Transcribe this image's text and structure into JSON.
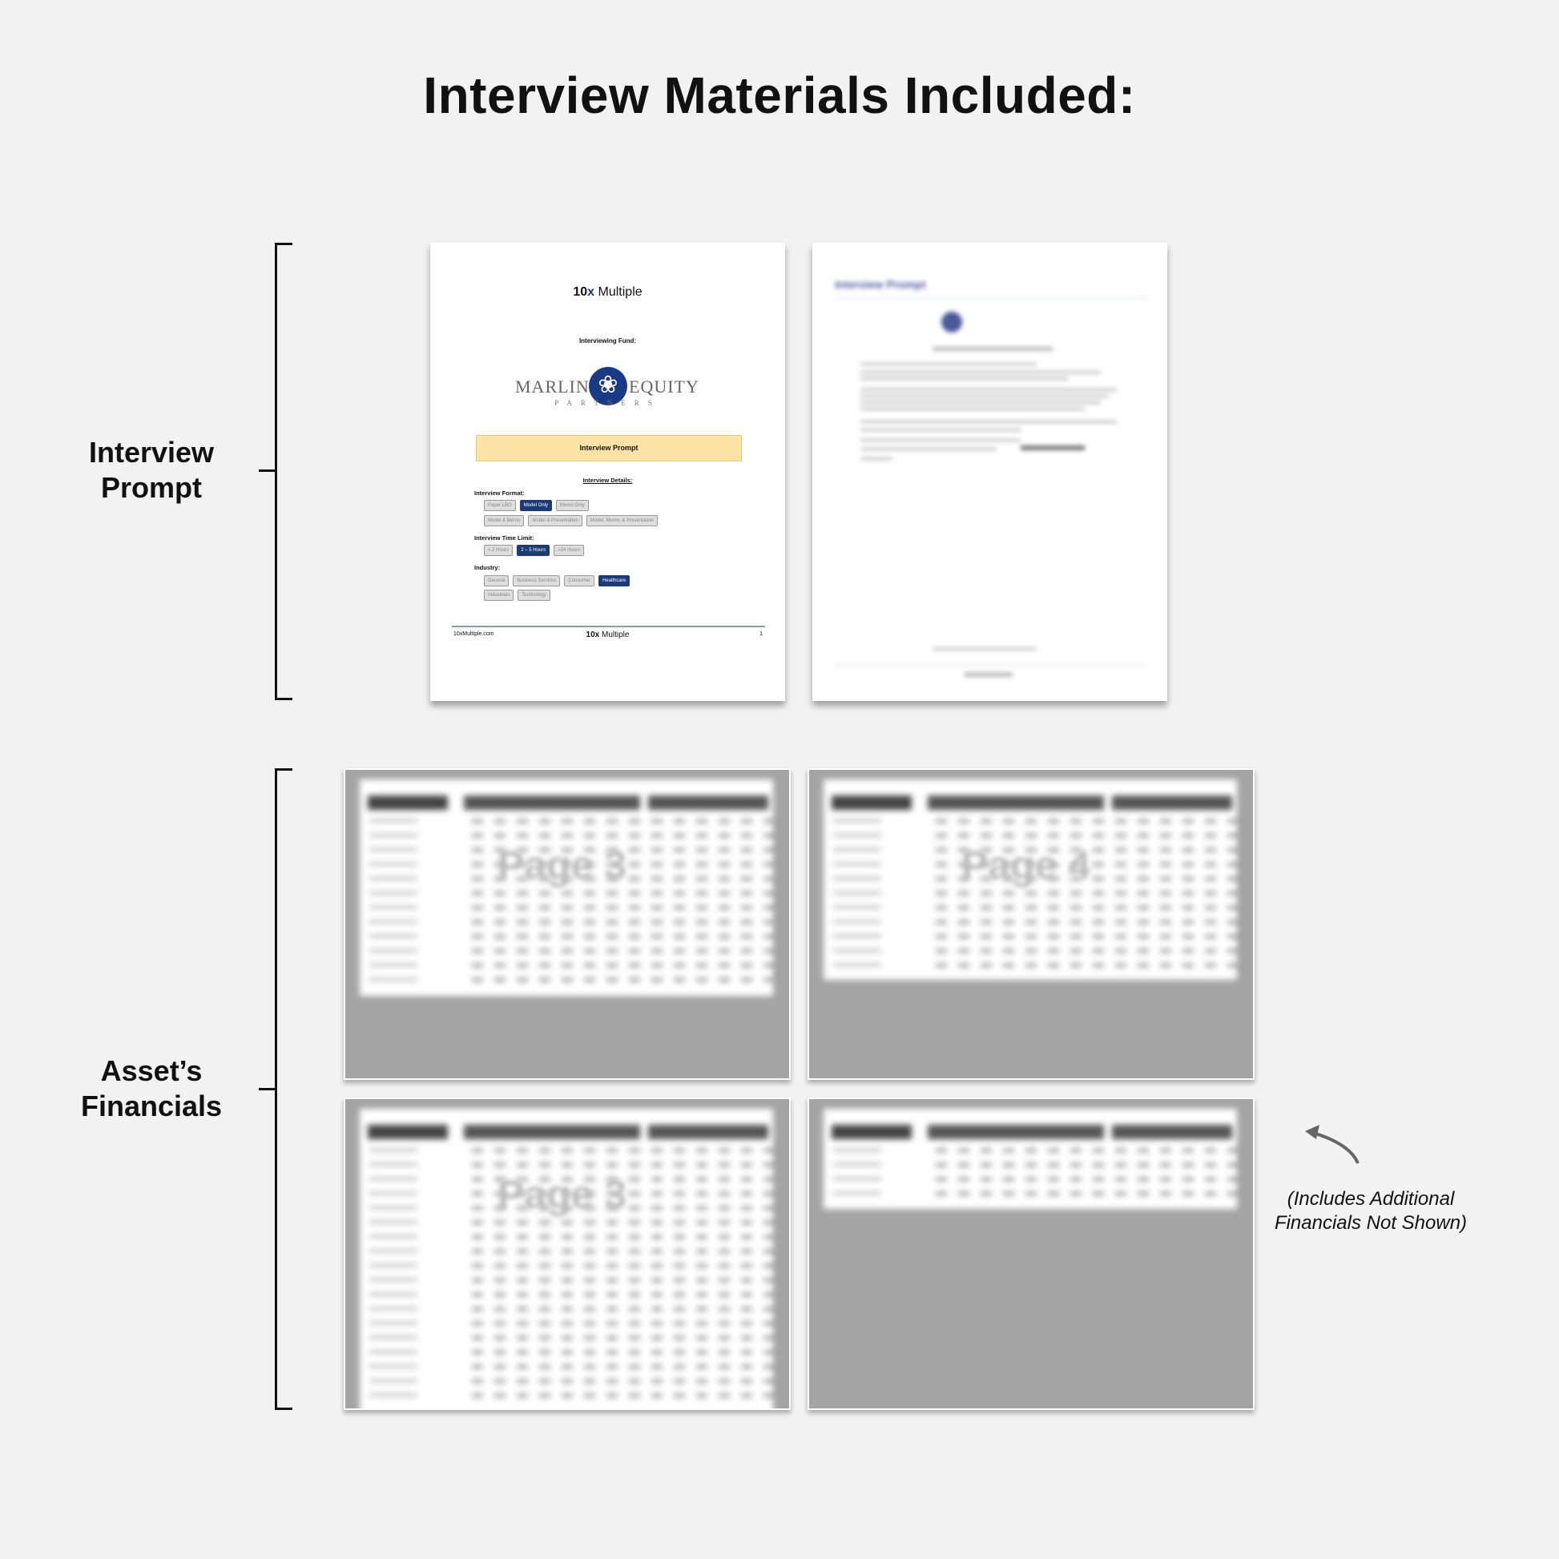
{
  "title": "Interview Materials Included:",
  "sections": {
    "prompt": "Interview Prompt",
    "financials": "Asset’s Financials"
  },
  "page1": {
    "brand_bold": "10",
    "brand_x": "x",
    "brand_rest": " Multiple",
    "fund_label": "Interviewing Fund:",
    "logo": {
      "left": "MARLIN",
      "right": "EQUITY",
      "sub": "PARTNERS"
    },
    "banner": "Interview Prompt",
    "details": "Interview Details:",
    "format_label": "Interview Format:",
    "format_row1": [
      {
        "t": "Paper LBO",
        "s": false
      },
      {
        "t": "Model Only",
        "s": true
      },
      {
        "t": "Memo Only",
        "s": false
      }
    ],
    "format_row2": [
      {
        "t": "Model & Memo",
        "s": false
      },
      {
        "t": "Model & Presentation",
        "s": false
      },
      {
        "t": "Model, Memo, & Presentation",
        "s": false
      }
    ],
    "time_label": "Interview Time Limit:",
    "time_row": [
      {
        "t": "< 2 Hours",
        "s": false
      },
      {
        "t": "2 – 5 Hours",
        "s": true
      },
      {
        "t": ">24 Hours",
        "s": false
      }
    ],
    "industry_label": "Industry:",
    "industry_row1": [
      {
        "t": "General",
        "s": false
      },
      {
        "t": "Business Services",
        "s": false
      },
      {
        "t": "Consumer",
        "s": false
      },
      {
        "t": "Healthcare",
        "s": true
      }
    ],
    "industry_row2": [
      {
        "t": "Industrials",
        "s": false
      },
      {
        "t": "Technology",
        "s": false
      }
    ],
    "footer_left": "10xMultiple.com",
    "footer_page": "1"
  },
  "page2": {
    "heading": "Interview Prompt"
  },
  "financial_pages": [
    "Page 3",
    "Page 4",
    "Page 3",
    ""
  ],
  "note": "(Includes Additional Financials Not Shown)",
  "colors": {
    "accent": "#1b3a78",
    "banner": "#fde4a6",
    "background": "#f2f2f2"
  }
}
